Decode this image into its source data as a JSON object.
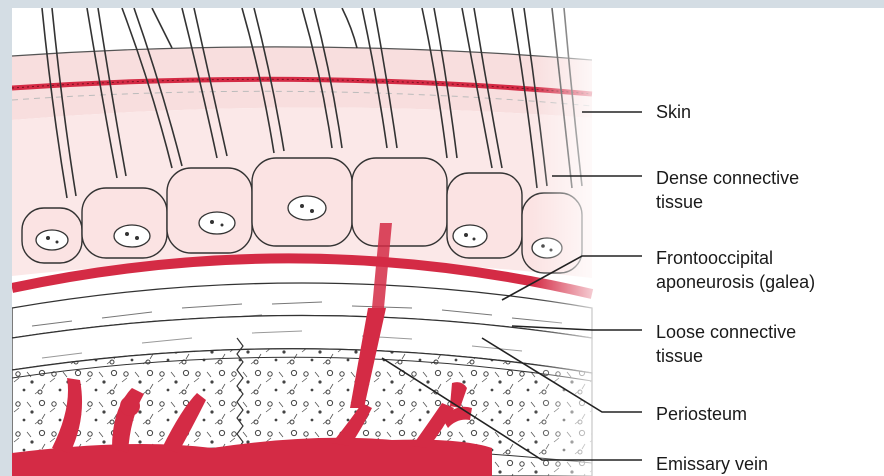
{
  "labels": {
    "skin": "Skin",
    "dense": "Dense connective\ntissue",
    "galea": "Frontooccipital\naponeurosis (galea)",
    "loose": "Loose connective\ntissue",
    "periosteum": "Periosteum",
    "emissary": "Emissary vein"
  },
  "colors": {
    "vessel": "#d42b45",
    "skin_pink": "#f8dede",
    "outline": "#333333"
  }
}
